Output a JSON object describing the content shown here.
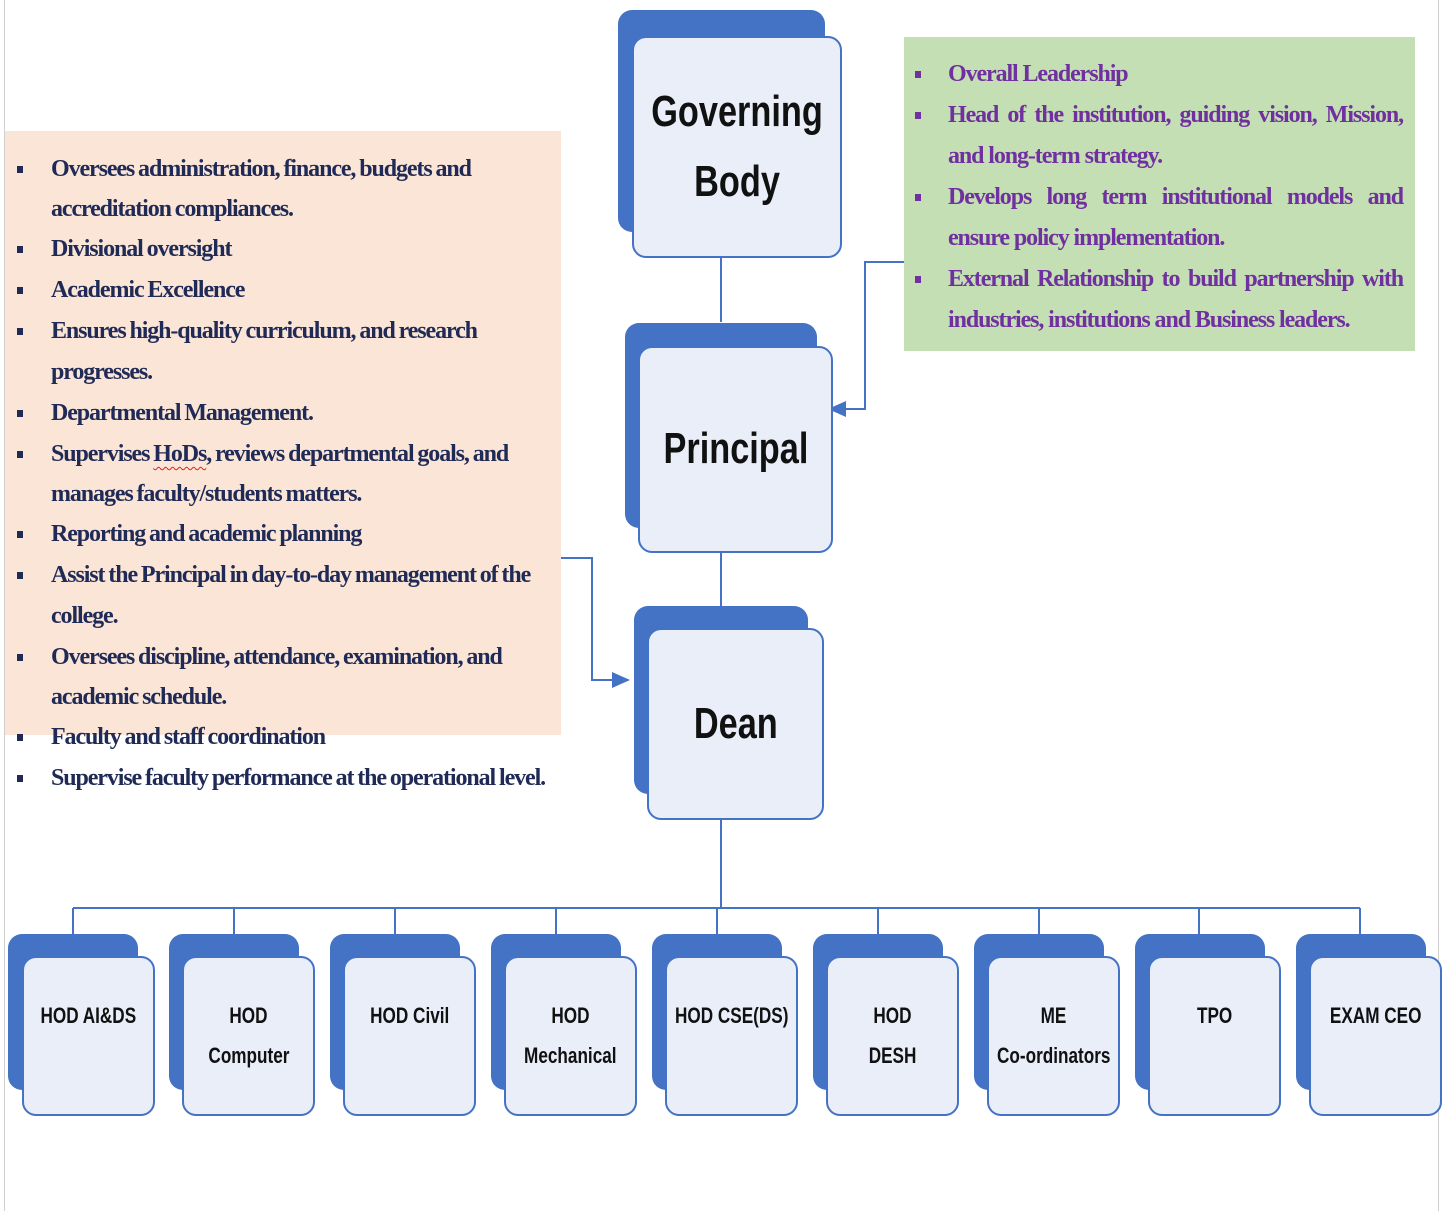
{
  "nodes": {
    "governing_body": {
      "line1": "Governing",
      "line2": "Body"
    },
    "principal": "Principal",
    "dean": "Dean"
  },
  "hods": [
    {
      "line1": "HOD AI&DS",
      "line2": ""
    },
    {
      "line1": "HOD",
      "line2": "Computer"
    },
    {
      "line1": "HOD Civil",
      "line2": ""
    },
    {
      "line1": "HOD",
      "line2": "Mechanical"
    },
    {
      "line1": "HOD CSE(DS)",
      "line2": ""
    },
    {
      "line1": "HOD",
      "line2": "DESH"
    },
    {
      "line1": "ME",
      "line2": "Co-ordinators"
    },
    {
      "line1": "TPO",
      "line2": ""
    },
    {
      "line1": "EXAM CEO",
      "line2": ""
    }
  ],
  "left_panel": {
    "items": [
      "Oversees administration, finance, budgets and accreditation compliances.",
      "Divisional oversight",
      "Academic Excellence",
      "Ensures high-quality curriculum, and research progresses.",
      "Departmental Management.",
      "Supervises HoDs, reviews departmental goals, and manages faculty/students matters.",
      "Reporting and academic planning",
      "Assist the Principal in day-to-day management of the college.",
      "Oversees discipline, attendance, examination, and academic schedule.",
      "Faculty and staff coordination",
      "Supervise faculty performance at the operational level."
    ]
  },
  "right_panel": {
    "items": [
      "Overall Leadership",
      "Head of the institution, guiding vision, Mission, and long-term strategy.",
      "Develops long term institutional models and ensure policy implementation.",
      "External Relationship to build partnership with industries, institutions and Business leaders."
    ]
  },
  "colors": {
    "box_fill": "#e9eef9",
    "box_accent": "#4472c4",
    "left_panel_bg": "#fbe5d6",
    "left_panel_text": "#1f2a56",
    "right_panel_bg": "#c5dfb4",
    "right_panel_text": "#7030a0"
  }
}
